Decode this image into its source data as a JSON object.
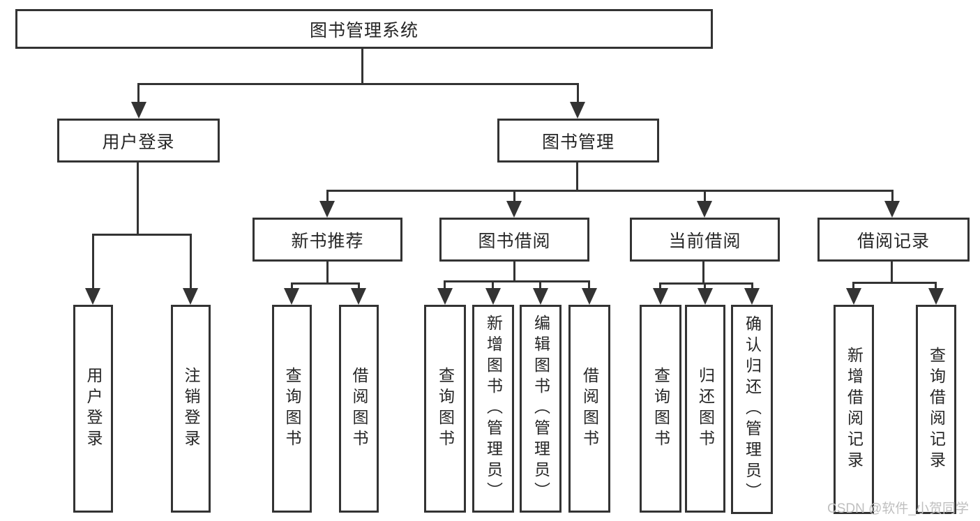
{
  "diagram": {
    "root": "图书管理系统",
    "level2": [
      "用户登录",
      "图书管理"
    ],
    "level3": [
      "新书推荐",
      "图书借阅",
      "当前借阅",
      "借阅记录"
    ],
    "leaves": {
      "login": [
        "用户登录",
        "注销登录"
      ],
      "recommend": [
        "查询图书",
        "借阅图书"
      ],
      "borrow": [
        "查询图书",
        "新增图书（管理员）",
        "编辑图书（管理员）",
        "借阅图书"
      ],
      "current": [
        "查询图书",
        "归还图书",
        "确认归还（管理员）"
      ],
      "records": [
        "新增借阅记录",
        "查询借阅记录"
      ]
    }
  },
  "watermark": "CSDN @软件_小贺同学",
  "colors": {
    "line": "#333333",
    "text": "#262626",
    "watermark": "#bfbfbf",
    "background": "#ffffff"
  }
}
